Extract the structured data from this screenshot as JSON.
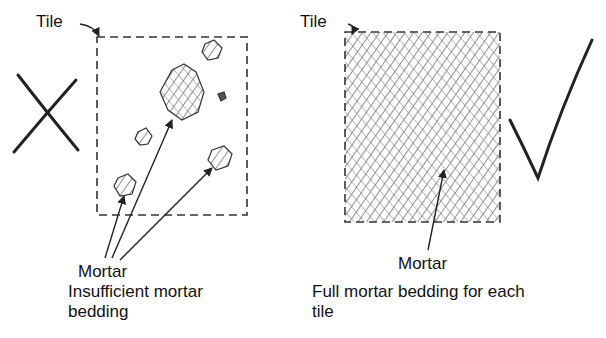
{
  "diagram": {
    "labels": [
      "Tile",
      "Tile",
      "Mortar",
      "Mortar",
      "Insufficient mortar bedding",
      "Full mortar bedding for each tile"
    ]
  }
}
